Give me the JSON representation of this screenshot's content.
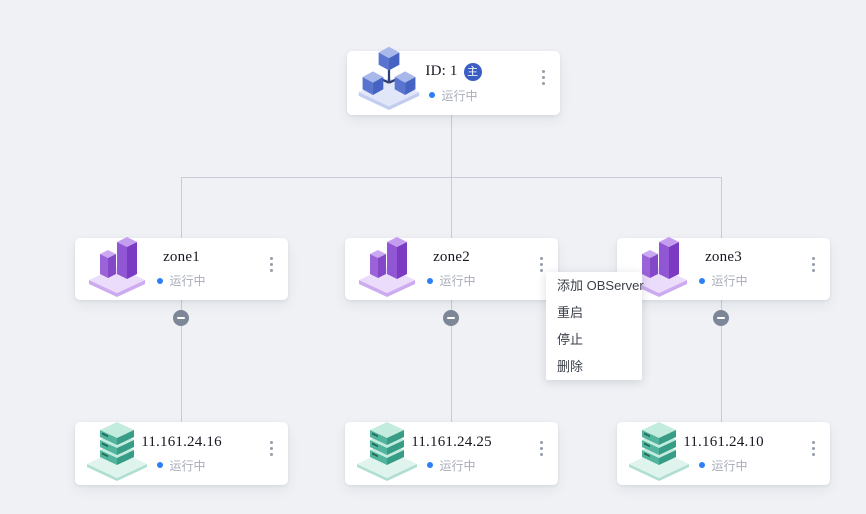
{
  "colors": {
    "background": "#eff1f5",
    "card": "#ffffff",
    "connector": "#c7ccd6",
    "status_running_dot": "#2e7ef7",
    "status_text": "#a9adb8",
    "primary_badge_bg": "#3b5ec5",
    "cluster_icon_blue": "#5a75cf",
    "zone_icon_purple": "#8a4ac9",
    "server_icon_teal": "#45ab93",
    "collapse_button": "#7d8797"
  },
  "root_node": {
    "label": "ID: 1",
    "badge": "主",
    "status": "运行中"
  },
  "zones": [
    {
      "name": "zone1",
      "status": "运行中"
    },
    {
      "name": "zone2",
      "status": "运行中"
    },
    {
      "name": "zone3",
      "status": "运行中"
    }
  ],
  "servers": [
    {
      "ip": "11.161.24.16",
      "status": "运行中"
    },
    {
      "ip": "11.161.24.25",
      "status": "运行中"
    },
    {
      "ip": "11.161.24.10",
      "status": "运行中"
    }
  ],
  "context_menu": {
    "items": [
      {
        "label": "添加 OBServer"
      },
      {
        "label": "重启"
      },
      {
        "label": "停止"
      },
      {
        "label": "删除"
      }
    ]
  }
}
